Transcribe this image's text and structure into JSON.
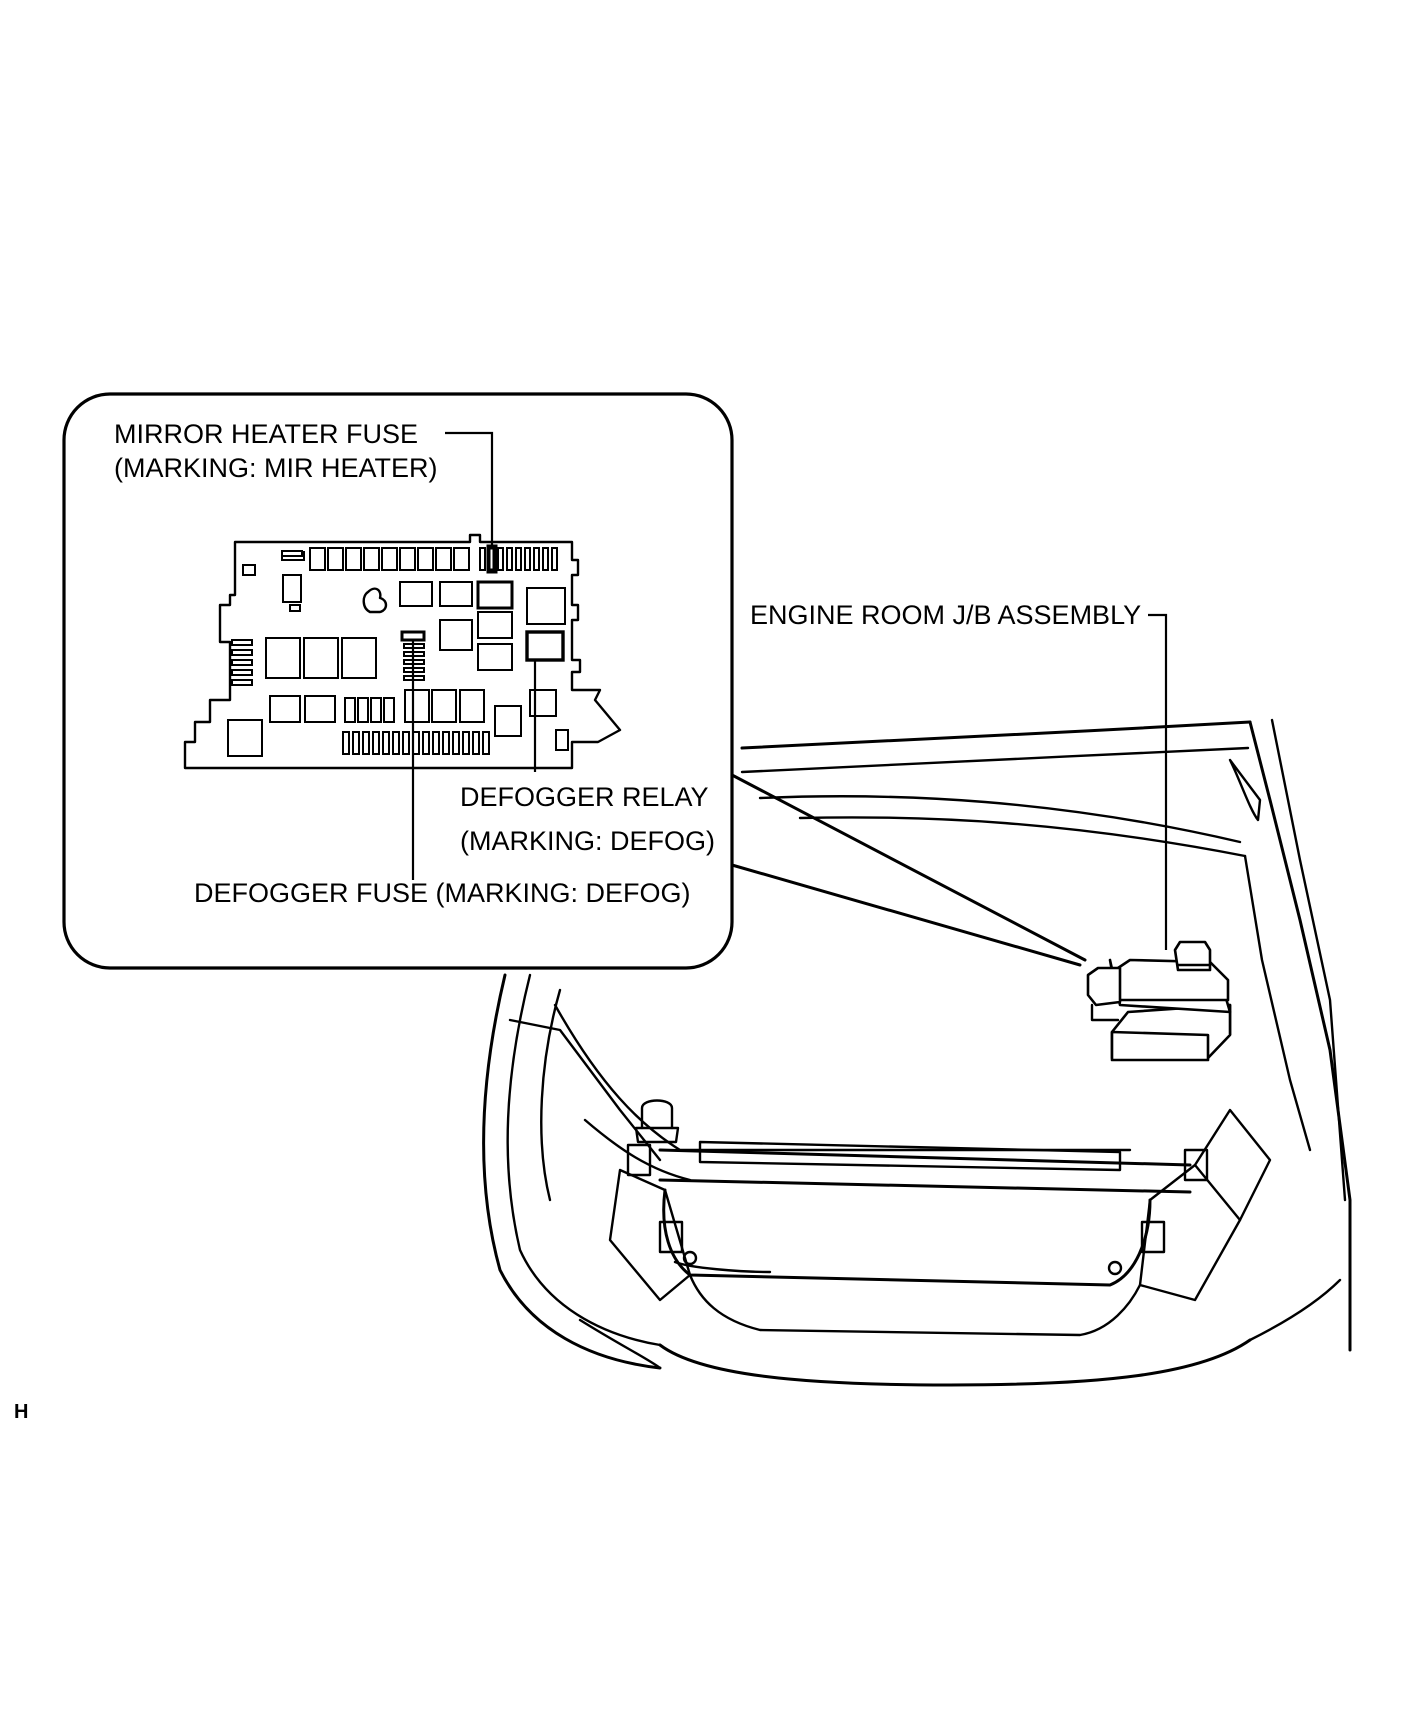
{
  "labels": {
    "mirror_heater_fuse_line1": "MIRROR HEATER FUSE",
    "mirror_heater_fuse_line2": "(MARKING: MIR HEATER)",
    "engine_room_jb": "ENGINE ROOM J/B ASSEMBLY",
    "defogger_relay_line1": "DEFOGGER RELAY",
    "defogger_relay_line2": "(MARKING: DEFOG)",
    "defogger_fuse": "DEFOGGER FUSE (MARKING: DEFOG)",
    "figure_code": "H"
  },
  "colors": {
    "ink": "#000000",
    "background": "#ffffff"
  }
}
